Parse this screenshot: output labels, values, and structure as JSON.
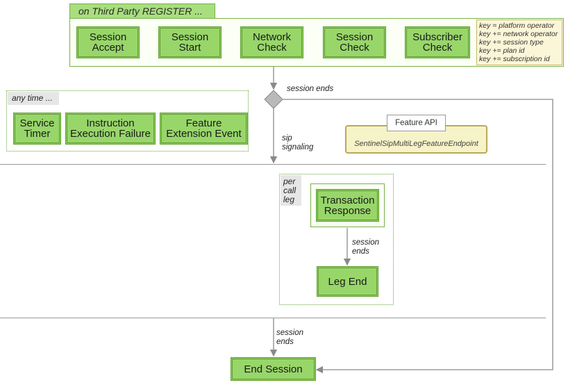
{
  "register": {
    "banner": "on Third Party REGISTER ...",
    "steps": [
      "Session Accept",
      "Session Start",
      "Network Check",
      "Session Check",
      "Subscriber Check"
    ],
    "keys": [
      "key = platform operator",
      "key += network operator",
      "key += session type",
      "key += plan id",
      "key += subscription id"
    ]
  },
  "decision": {
    "label": "session ends"
  },
  "any_time": {
    "tag": "any time ...",
    "boxes": [
      "Service Timer",
      "Instruction Execution Failure",
      "Feature Extension Event"
    ]
  },
  "sip_label": "sip signaling",
  "feature_api": {
    "title": "Feature API",
    "endpoint": "SentinelSipMultiLegFeatureEndpoint"
  },
  "per_call_leg": {
    "tag": "per call leg",
    "transaction": "Transaction Response",
    "edge_label": "session ends",
    "leg_end": "Leg End"
  },
  "bottom": {
    "edge_label": "session ends",
    "end": "End Session"
  },
  "colors": {
    "box_fill": "#98d66a",
    "box_border": "#5b9b2b",
    "arrow": "#b3b3b3",
    "line": "#9a9a9a"
  }
}
